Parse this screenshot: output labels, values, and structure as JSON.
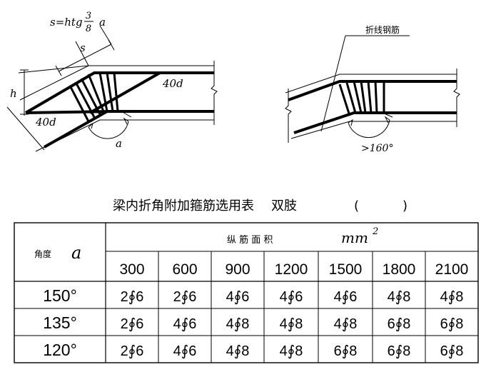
{
  "formula": {
    "lhs": "s=htg",
    "num": "3",
    "den": "8",
    "tail": "a"
  },
  "left_diagram": {
    "dim_s": "s",
    "dim_h": "h",
    "anchor_top": "40d",
    "anchor_bottom": "40d",
    "angle": "a"
  },
  "right_diagram": {
    "callout": "折线钢筋",
    "angle": ">160°"
  },
  "table": {
    "title": "梁内折角附加箍筋选用表",
    "subtitle": "双肢",
    "paren_open": "(",
    "paren_close": ")",
    "row_header_text": "角度",
    "row_header_symbol": "a",
    "col_group_label": "纵 筋 面 积",
    "col_unit": "mm",
    "col_unit_sup": "2",
    "columns": [
      "300",
      "600",
      "900",
      "1200",
      "1500",
      "1800",
      "2100"
    ],
    "rows": [
      {
        "angle": "150°",
        "cells": [
          "2∮6",
          "2∮6",
          "4∮6",
          "4∮6",
          "4∮6",
          "4∮8",
          "4∮8"
        ]
      },
      {
        "angle": "135°",
        "cells": [
          "2∮6",
          "4∮6",
          "4∮8",
          "4∮8",
          "4∮8",
          "6∮8",
          "6∮8"
        ]
      },
      {
        "angle": "120°",
        "cells": [
          "2∮6",
          "4∮6",
          "4∮8",
          "4∮8",
          "6∮8",
          "6∮8",
          "6∮8"
        ]
      }
    ]
  }
}
